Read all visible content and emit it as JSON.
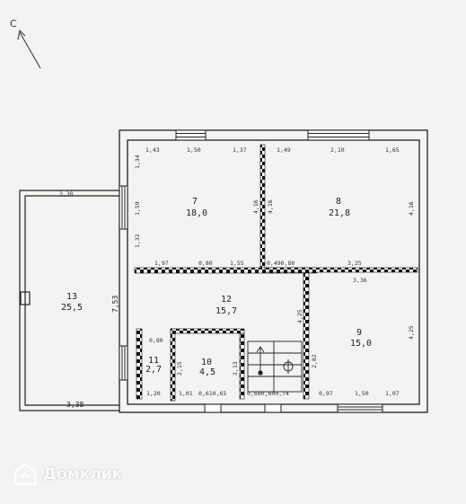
{
  "compass": {
    "label": "С"
  },
  "rooms": [
    {
      "id": "7",
      "number": "7",
      "area": "18,0"
    },
    {
      "id": "8",
      "number": "8",
      "area": "21,8"
    },
    {
      "id": "9",
      "number": "9",
      "area": "15,0"
    },
    {
      "id": "10",
      "number": "10",
      "area": "4,5"
    },
    {
      "id": "11",
      "number": "11",
      "area": "2,7"
    },
    {
      "id": "12",
      "number": "12",
      "area": "15,7"
    },
    {
      "id": "13",
      "number": "13",
      "area": "25,5"
    }
  ],
  "dimensions": {
    "top_left_1": "1,43",
    "top_left_2": "1,50",
    "top_left_3": "1,37",
    "top_right_1": "1,49",
    "top_right_2": "2,10",
    "top_right_3": "1,65",
    "left_vert_1": "1,34",
    "left_vert_2": "1,59",
    "left_vert_3": "1,32",
    "r7_right": "4,16",
    "r8_left": "4,16",
    "r8_right": "4,16",
    "r7_bottom_1": "1,97",
    "r7_bottom_2": "0,80",
    "r7_bottom_3": "1,55",
    "r8_bottom_1": "0,490,80",
    "r8_bottom_2": "3,25",
    "r9_top": "3,36",
    "r13_top": "3,38",
    "r13_bottom": "3,38",
    "r13_height": "7,53",
    "r12_vert": "4,25",
    "r9_left": "2,82",
    "r9_right": "4,25",
    "r11_top": "0,80",
    "r10_left": "2,15",
    "r12_stair": "2,13",
    "bottom_1": "1,20",
    "bottom_2": "1,01",
    "bottom_3": "0,610,65",
    "bottom_4": "0,680,600,74",
    "bottom_5": "0,97",
    "bottom_6": "1,50",
    "bottom_7": "1,07"
  },
  "watermark": {
    "text": "Домклик"
  }
}
